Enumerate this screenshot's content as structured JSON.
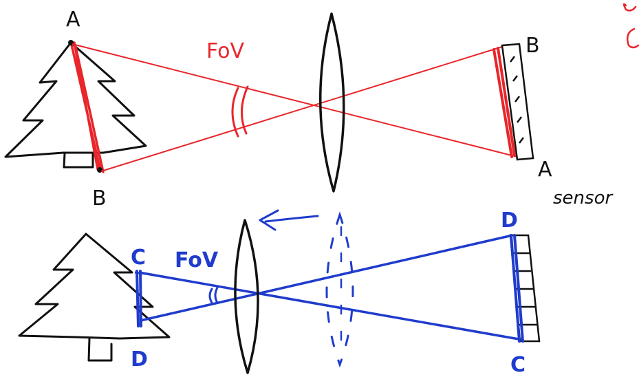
{
  "colors": {
    "ink": "#111111",
    "red": "#e8262b",
    "blue": "#1f3ccc"
  },
  "top": {
    "fov_label": "FoV",
    "object_top_label": "A",
    "object_bottom_label": "B",
    "image_top_label": "B",
    "image_bottom_label": "A",
    "sensor_label": "sensor"
  },
  "bottom": {
    "fov_label": "FoV",
    "object_top_label": "C",
    "object_bottom_label": "D",
    "image_top_label": "D",
    "image_bottom_label": "C"
  }
}
